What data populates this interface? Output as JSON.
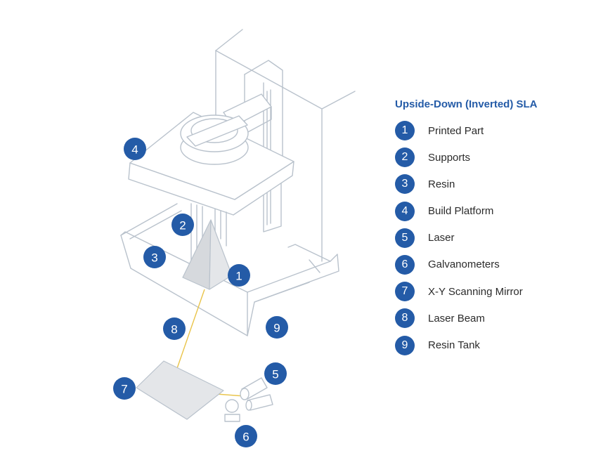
{
  "legend": {
    "title": "Upside-Down (Inverted) SLA",
    "items": [
      {
        "number": "1",
        "label": "Printed Part"
      },
      {
        "number": "2",
        "label": "Supports"
      },
      {
        "number": "3",
        "label": "Resin"
      },
      {
        "number": "4",
        "label": "Build Platform"
      },
      {
        "number": "5",
        "label": "Laser"
      },
      {
        "number": "6",
        "label": "Galvanometers"
      },
      {
        "number": "7",
        "label": "X-Y Scanning Mirror"
      },
      {
        "number": "8",
        "label": "Laser Beam"
      },
      {
        "number": "9",
        "label": "Resin Tank"
      }
    ]
  },
  "markers": {
    "printed_part": "1",
    "supports": "2",
    "resin": "3",
    "build_platform": "4",
    "laser": "5",
    "galvanometers": "6",
    "scanning_mirror": "7",
    "laser_beam": "8",
    "resin_tank": "9"
  },
  "colors": {
    "accent": "#245ba7",
    "line": "#b9c2cc",
    "beam": "#e9c44a",
    "text": "#2b2b2b"
  }
}
